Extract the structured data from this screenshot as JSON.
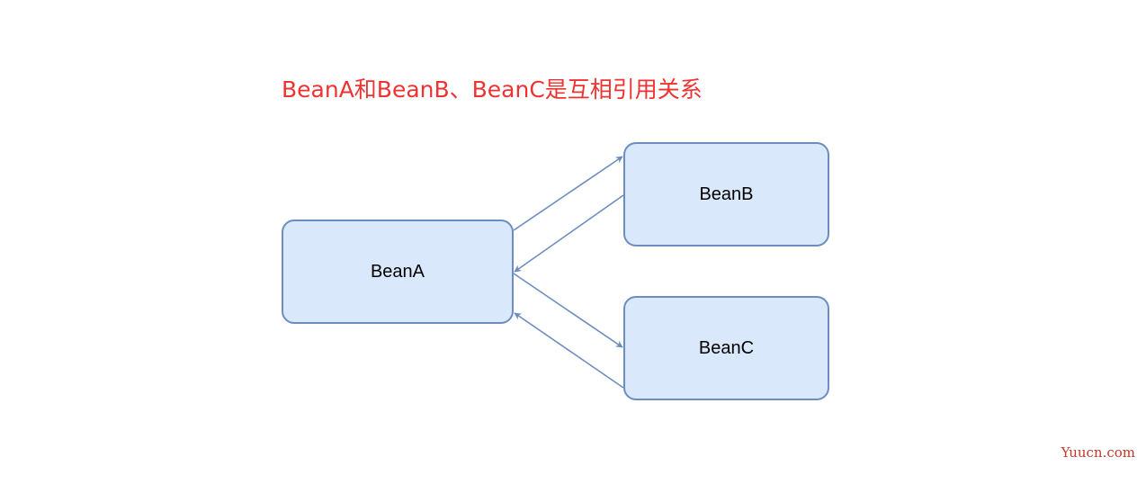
{
  "diagram": {
    "title": "BeanA和BeanB、BeanC是互相引用关系",
    "title_color": "#ee3333",
    "nodes": {
      "bean_a": {
        "label": "BeanA"
      },
      "bean_b": {
        "label": "BeanB"
      },
      "bean_c": {
        "label": "BeanC"
      }
    },
    "node_fill": "#dae8fc",
    "node_stroke": "#6c8ebf",
    "edge_color": "#6c8ebf",
    "edges": [
      {
        "from": "BeanA",
        "to": "BeanB"
      },
      {
        "from": "BeanB",
        "to": "BeanA"
      },
      {
        "from": "BeanA",
        "to": "BeanC"
      },
      {
        "from": "BeanC",
        "to": "BeanA"
      }
    ]
  },
  "watermark": {
    "text": "Yuucn.com",
    "color": "#c0392b"
  }
}
